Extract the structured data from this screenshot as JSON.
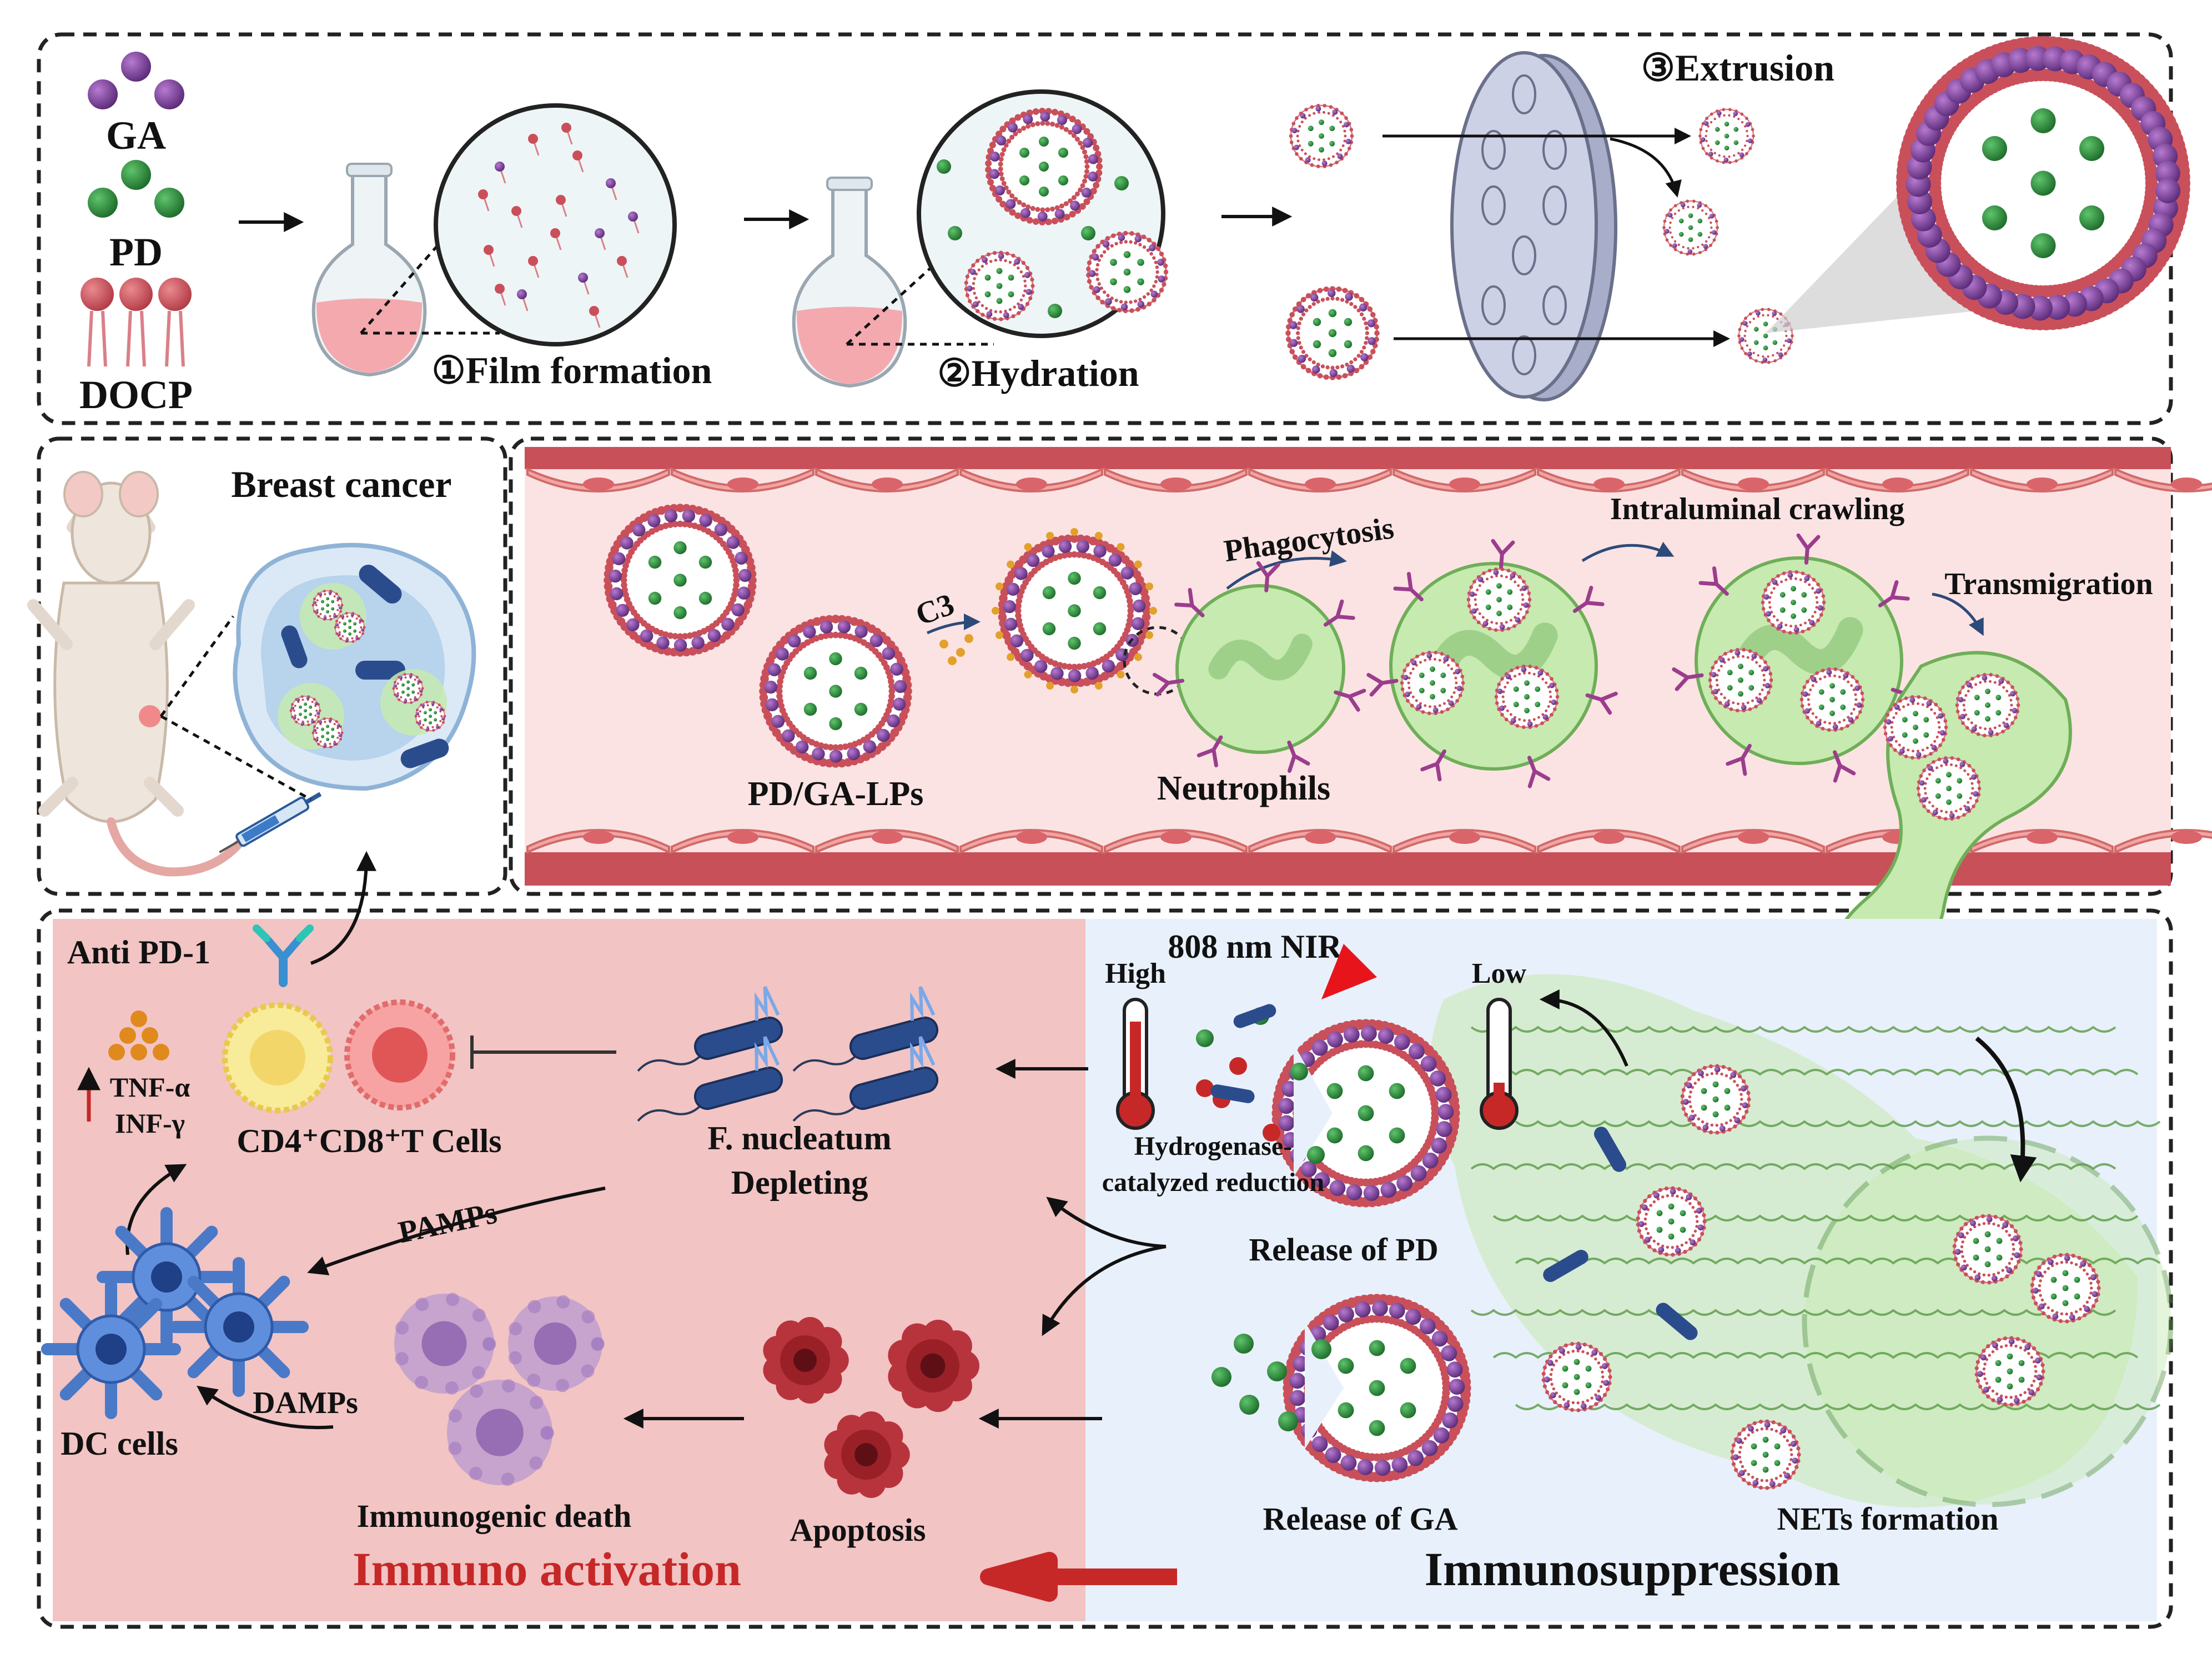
{
  "colors": {
    "frame": "#222222",
    "flask_liquid": "#f4a9ae",
    "ga_particle": "#7b3f98",
    "pd_particle": "#2e8b3a",
    "lipid_head": "#c9505a",
    "vessel_wall": "#d9646a",
    "vessel_lumen": "#fbe3e3",
    "neutrophil": "#bfe6a8",
    "activation_bg": "#f2c4c4",
    "suppression_bg": "#e8f0fb",
    "accent_red": "#c62828"
  },
  "panel_prep": {
    "legend": {
      "ga": "GA",
      "pd": "PD",
      "docp": "DOCP"
    },
    "steps": {
      "film": "①Film formation",
      "hydration": "②Hydration",
      "extrusion": "③Extrusion"
    }
  },
  "panel_model": {
    "title": "Breast cancer"
  },
  "panel_vessel": {
    "liposome_label": "PD/GA-LPs",
    "c3_label": "C3",
    "phagocytosis": "Phagocytosis",
    "neutrophils": "Neutrophils",
    "crawling": "Intraluminal crawling",
    "transmigration": "Transmigration"
  },
  "panel_immune": {
    "anti_pd1": "Anti PD-1",
    "tnf": "TNF-α",
    "inf": "INF-γ",
    "cd_cells": "CD4⁺CD8⁺T Cells",
    "pamps": "PAMPs",
    "damps": "DAMPs",
    "dc_cells": "DC cells",
    "immunogenic_death": "Immunogenic death",
    "apoptosis": "Apoptosis",
    "fn_line1": "F. nucleatum",
    "fn_line2": "Depleting",
    "nir": "808 nm NIR",
    "high": "High",
    "low": "Low",
    "hydrogenase_line1": "Hydrogenase-",
    "hydrogenase_line2": "catalyzed reduction",
    "release_pd": "Release of PD",
    "release_ga": "Release of GA",
    "nets": "NETs formation",
    "activation_title": "Immuno activation",
    "suppression_title": "Immunosuppression"
  }
}
